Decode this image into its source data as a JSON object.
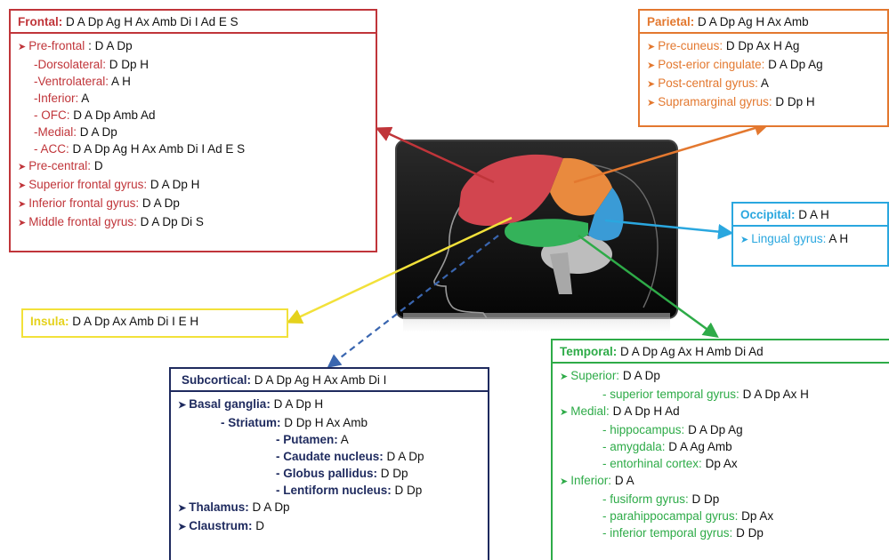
{
  "frontal": {
    "title": "Frontal:",
    "value": "D A Dp Ag H Ax Amb Di I Ad E S",
    "items": [
      {
        "indent": 0,
        "label": "Pre-frontal",
        "sep": " : ",
        "value": "D A Dp"
      },
      {
        "indent": 1,
        "label": "-Dorsolateral:",
        "sep": " ",
        "value": "D Dp H"
      },
      {
        "indent": 1,
        "label": "-Ventrolateral:",
        "sep": " ",
        "value": "A H"
      },
      {
        "indent": 1,
        "label": "-Inferior:",
        "sep": " ",
        "value": "A"
      },
      {
        "indent": 1,
        "label": "- OFC:",
        "sep": " ",
        "value": "D A Dp Amb Ad"
      },
      {
        "indent": 1,
        "label": "-Medial:",
        "sep": " ",
        "value": "D A Dp"
      },
      {
        "indent": 1,
        "label": "- ACC:",
        "sep": " ",
        "value": "D A Dp Ag H Ax Amb Di I Ad E S"
      },
      {
        "indent": 0,
        "label": "Pre-central:",
        "sep": " ",
        "value": "D"
      },
      {
        "indent": 0,
        "label": "Superior frontal gyrus:",
        "sep": " ",
        "value": "D A Dp H"
      },
      {
        "indent": 0,
        "label": "Inferior frontal gyrus:",
        "sep": " ",
        "value": "D A Dp"
      },
      {
        "indent": 0,
        "label": "Middle frontal gyrus:",
        "sep": " ",
        "value": "D A Dp Di S"
      }
    ]
  },
  "parietal": {
    "title": "Parietal:",
    "value": "D A Dp Ag H Ax Amb",
    "items": [
      {
        "indent": 0,
        "label": "Pre-cuneus:",
        "sep": " ",
        "value": "D Dp Ax H Ag"
      },
      {
        "indent": 0,
        "label": "Post-erior cingulate:",
        "sep": " ",
        "value": "D A Dp Ag"
      },
      {
        "indent": 0,
        "label": "Post-central gyrus:",
        "sep": " ",
        "value": "A"
      },
      {
        "indent": 0,
        "label": "Supramarginal gyrus:",
        "sep": " ",
        "value": "D Dp H"
      }
    ]
  },
  "occipital": {
    "title": "Occipital:",
    "value": "D A H",
    "items": [
      {
        "indent": 0,
        "label": "Lingual gyrus:",
        "sep": " ",
        "value": "A H"
      }
    ]
  },
  "insula": {
    "title": "Insula:",
    "value": "D A Dp Ax Amb Di I E H"
  },
  "subcortical": {
    "title": "Subcortical:",
    "value": "D A Dp Ag H Ax Amb Di I",
    "items": [
      {
        "indent": 0,
        "label": "Basal ganglia:",
        "sep": " ",
        "value": "D A Dp H"
      },
      {
        "indent": 1,
        "label": "- Striatum:",
        "sep": " ",
        "value": "D Dp H Ax Amb"
      },
      {
        "indent": 2,
        "label": "- Putamen:",
        "sep": " ",
        "value": "A"
      },
      {
        "indent": 2,
        "label": "- Caudate nucleus:",
        "sep": " ",
        "value": "D A Dp"
      },
      {
        "indent": 2,
        "label": "- Globus pallidus:",
        "sep": " ",
        "value": "D Dp"
      },
      {
        "indent": 2,
        "label": "- Lentiform nucleus:",
        "sep": " ",
        "value": "D Dp"
      },
      {
        "indent": 0,
        "label": "Thalamus:",
        "sep": " ",
        "value": "D A Dp"
      },
      {
        "indent": 0,
        "label": "Claustrum:",
        "sep": " ",
        "value": "D"
      }
    ]
  },
  "temporal": {
    "title": "Temporal:",
    "value": "D A Dp Ag Ax H Amb Di Ad",
    "items": [
      {
        "indent": 0,
        "label": "Superior:",
        "sep": " ",
        "value": "D A Dp"
      },
      {
        "indent": 1,
        "label": "- superior temporal gyrus:",
        "sep": " ",
        "value": "D A Dp Ax H"
      },
      {
        "indent": 0,
        "label": "Medial:",
        "sep": " ",
        "value": "D A Dp H Ad"
      },
      {
        "indent": 1,
        "label": "- hippocampus:",
        "sep": " ",
        "value": "D A Dp Ag"
      },
      {
        "indent": 1,
        "label": "- amygdala:",
        "sep": " ",
        "value": "D A Ag Amb"
      },
      {
        "indent": 1,
        "label": "- entorhinal cortex:",
        "sep": " ",
        "value": "Dp Ax"
      },
      {
        "indent": 0,
        "label": "Inferior:",
        "sep": " ",
        "value": "D A"
      },
      {
        "indent": 1,
        "label": "- fusiform gyrus:",
        "sep": " ",
        "value": "D Dp"
      },
      {
        "indent": 1,
        "label": "- parahippocampal gyrus:",
        "sep": " ",
        "value": "Dp Ax"
      },
      {
        "indent": 1,
        "label": "- inferior temporal gyrus:",
        "sep": " ",
        "value": "D Dp"
      }
    ]
  },
  "colors": {
    "frontal": "#c0353a",
    "parietal": "#e3782f",
    "occipital": "#2aa7df",
    "insula": "#f2e13a",
    "subcortical": "#1e2a5e",
    "temporal": "#2eab48",
    "panel": "#111111"
  },
  "icons": {
    "bullet": "triangle-bullet-icon",
    "illustration": "brain-head-illustration"
  }
}
